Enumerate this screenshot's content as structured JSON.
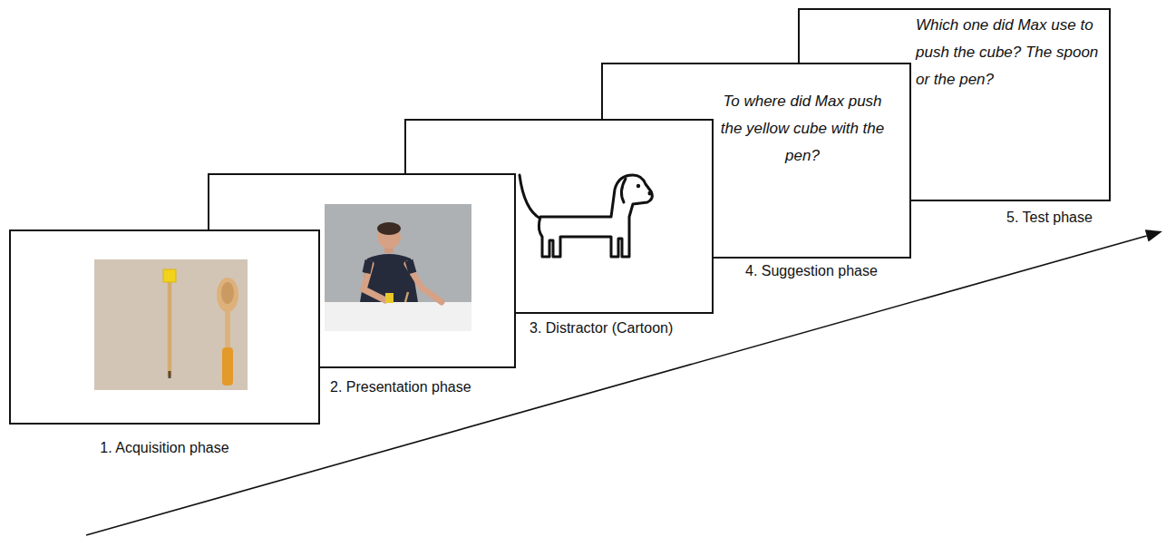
{
  "diagram": {
    "nodes": [
      {
        "text": [
          "1. Acquisition phase"
        ]
      },
      {
        "text": [
          "2. Presentation phase"
        ]
      },
      {
        "text": [
          "3. Distractor (Cartoon)"
        ]
      },
      {
        "text": [
          "To where did Max push the yellow cube with the pen?",
          "4. Suggestion phase"
        ]
      },
      {
        "text": [
          "Which one did Max use to push the cube? The spoon or the pen?",
          "5. Test phase"
        ]
      }
    ]
  }
}
